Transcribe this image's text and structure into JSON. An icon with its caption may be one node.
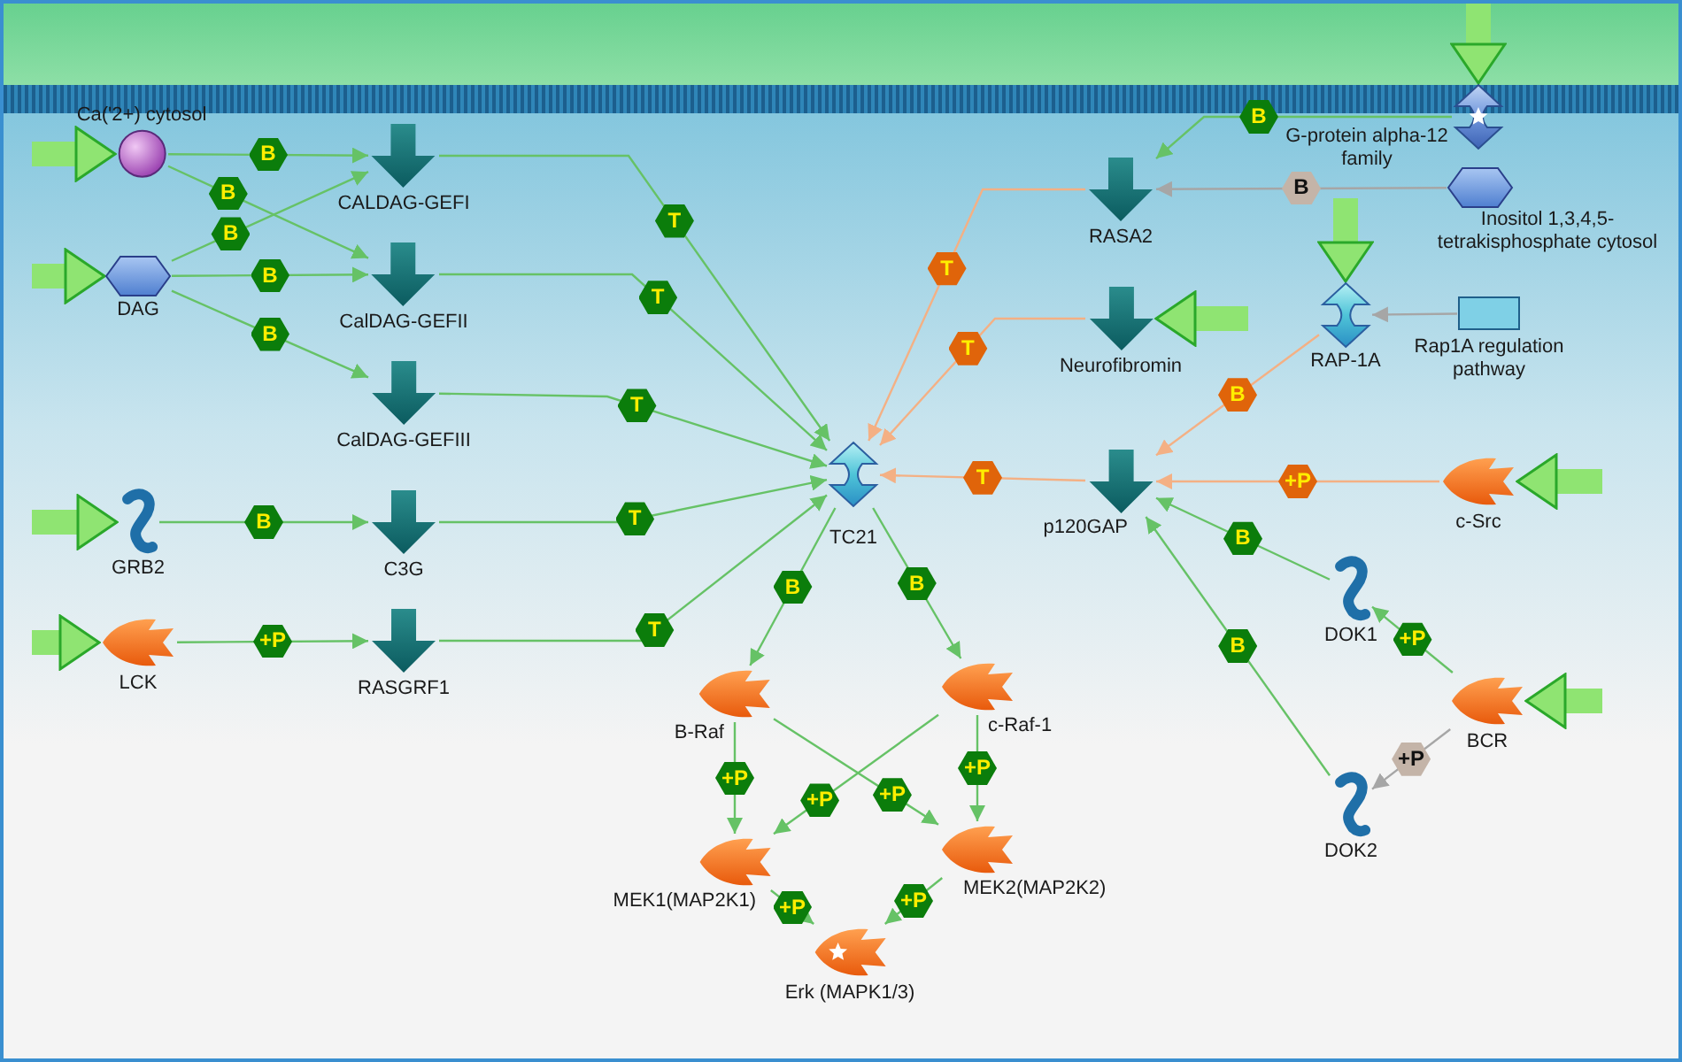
{
  "diagram": {
    "nodes": [
      {
        "text": [
          "Ca('2+) cytosol"
        ]
      },
      {
        "text": [
          "DAG"
        ]
      },
      {
        "text": [
          "CALDAG-GEFI"
        ]
      },
      {
        "text": [
          "CalDAG-GEFII"
        ]
      },
      {
        "text": [
          "CalDAG-GEFIII"
        ]
      },
      {
        "text": [
          "GRB2"
        ]
      },
      {
        "text": [
          "C3G"
        ]
      },
      {
        "text": [
          "LCK"
        ]
      },
      {
        "text": [
          "RASGRF1"
        ]
      },
      {
        "text": [
          "TC21"
        ]
      },
      {
        "text": [
          "B-Raf"
        ]
      },
      {
        "text": [
          "c-Raf-1"
        ]
      },
      {
        "text": [
          "MEK1(MAP2K1)"
        ]
      },
      {
        "text": [
          "MEK2(MAP2K2)"
        ]
      },
      {
        "text": [
          "Erk (MAPK1/3)"
        ]
      },
      {
        "text": [
          "G-protein alpha-12 family"
        ]
      },
      {
        "text": [
          "RASA2"
        ]
      },
      {
        "text": [
          "Inositol 1,3,4,5-tetrakisphosphate cytosol"
        ]
      },
      {
        "text": [
          "RAP-1A"
        ]
      },
      {
        "text": [
          "Neurofibromin"
        ]
      },
      {
        "text": [
          "Rap1A regulation pathway"
        ]
      },
      {
        "text": [
          "p120GAP"
        ]
      },
      {
        "text": [
          "c-Src"
        ]
      },
      {
        "text": [
          "DOK1"
        ]
      },
      {
        "text": [
          "BCR"
        ]
      },
      {
        "text": [
          "DOK2"
        ]
      }
    ],
    "edges": [
      {
        "from": 0,
        "to": 2,
        "arrow": "to",
        "label": "B"
      },
      {
        "from": 0,
        "to": 3,
        "arrow": "to",
        "label": "B"
      },
      {
        "from": 1,
        "to": 2,
        "arrow": "to",
        "label": "B"
      },
      {
        "from": 1,
        "to": 3,
        "arrow": "to",
        "label": "B"
      },
      {
        "from": 1,
        "to": 4,
        "arrow": "to",
        "label": "B"
      },
      {
        "from": 2,
        "to": 9,
        "arrow": "to",
        "label": "T"
      },
      {
        "from": 3,
        "to": 9,
        "arrow": "to",
        "label": "T"
      },
      {
        "from": 4,
        "to": 9,
        "arrow": "to",
        "label": "T"
      },
      {
        "from": 5,
        "to": 6,
        "arrow": "to",
        "label": "B"
      },
      {
        "from": 6,
        "to": 9,
        "arrow": "to",
        "label": "T"
      },
      {
        "from": 7,
        "to": 8,
        "arrow": "to",
        "label": "+P"
      },
      {
        "from": 8,
        "to": 9,
        "arrow": "to",
        "label": "T"
      },
      {
        "from": 16,
        "to": 9,
        "arrow": "to",
        "label": "T",
        "color": "#f4b084"
      },
      {
        "from": 19,
        "to": 9,
        "arrow": "to",
        "label": "T",
        "color": "#f4b084"
      },
      {
        "from": 21,
        "to": 9,
        "arrow": "to",
        "label": "T",
        "color": "#f4b084"
      },
      {
        "from": 15,
        "to": 16,
        "arrow": "to",
        "label": "B"
      },
      {
        "from": 17,
        "to": 16,
        "arrow": "to",
        "label": "B",
        "color": "#a6a6a6"
      },
      {
        "from": 20,
        "to": 18,
        "arrow": "to",
        "color": "#a6a6a6"
      },
      {
        "from": 18,
        "to": 21,
        "arrow": "to",
        "label": "B",
        "color": "#f4b084"
      },
      {
        "from": 22,
        "to": 21,
        "arrow": "to",
        "label": "+P",
        "color": "#f4b084"
      },
      {
        "from": 23,
        "to": 21,
        "arrow": "to",
        "label": "B"
      },
      {
        "from": 25,
        "to": 21,
        "arrow": "to",
        "label": "B"
      },
      {
        "from": 24,
        "to": 23,
        "arrow": "to",
        "label": "+P"
      },
      {
        "from": 24,
        "to": 25,
        "arrow": "to",
        "label": "+P",
        "color": "#a6a6a6"
      },
      {
        "from": 9,
        "to": 10,
        "arrow": "to",
        "label": "B"
      },
      {
        "from": 9,
        "to": 11,
        "arrow": "to",
        "label": "B"
      },
      {
        "from": 10,
        "to": 12,
        "arrow": "to",
        "label": "+P"
      },
      {
        "from": 10,
        "to": 13,
        "arrow": "to",
        "label": "+P"
      },
      {
        "from": 11,
        "to": 12,
        "arrow": "to",
        "label": "+P"
      },
      {
        "from": 11,
        "to": 13,
        "arrow": "to",
        "label": "+P"
      },
      {
        "from": 12,
        "to": 14,
        "arrow": "to",
        "label": "+P"
      },
      {
        "from": 13,
        "to": 14,
        "arrow": "to",
        "label": "+P"
      },
      {
        "from": null,
        "to": 0,
        "arrow": "to",
        "style": "thick",
        "color": "#8fe472"
      },
      {
        "from": null,
        "to": 1,
        "arrow": "to",
        "style": "thick",
        "color": "#8fe472"
      },
      {
        "from": null,
        "to": 5,
        "arrow": "to",
        "style": "thick",
        "color": "#8fe472"
      },
      {
        "from": null,
        "to": 7,
        "arrow": "to",
        "style": "thick",
        "color": "#8fe472"
      },
      {
        "from": null,
        "to": 15,
        "arrow": "to",
        "style": "thick",
        "color": "#8fe472"
      },
      {
        "from": null,
        "to": 18,
        "arrow": "to",
        "style": "thick",
        "color": "#8fe472"
      },
      {
        "from": null,
        "to": 19,
        "arrow": "to",
        "style": "thick",
        "color": "#8fe472"
      },
      {
        "from": null,
        "to": 22,
        "arrow": "to",
        "style": "thick",
        "color": "#8fe472"
      },
      {
        "from": null,
        "to": 24,
        "arrow": "to",
        "style": "thick",
        "color": "#8fe472"
      }
    ]
  }
}
